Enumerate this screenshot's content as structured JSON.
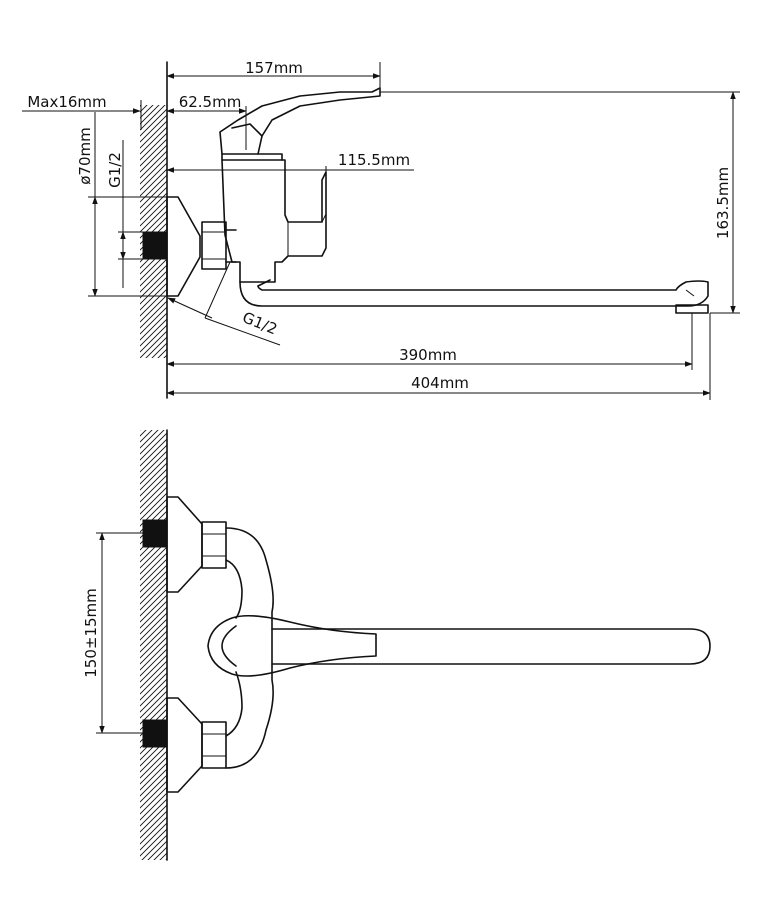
{
  "dimensions": {
    "overall_height": "157mm",
    "handle_offset": "62.5mm",
    "max_wall_gap": "Max16mm",
    "flange_diameter": "ø70mm",
    "inlet_thread_vertical": "G1/2",
    "body_depth": "115.5mm",
    "spout_height": "163.5mm",
    "inlet_thread_diagonal": "G1/2",
    "spout_reach": "390mm",
    "total_length": "404mm",
    "inlet_spacing": "150±15mm"
  }
}
